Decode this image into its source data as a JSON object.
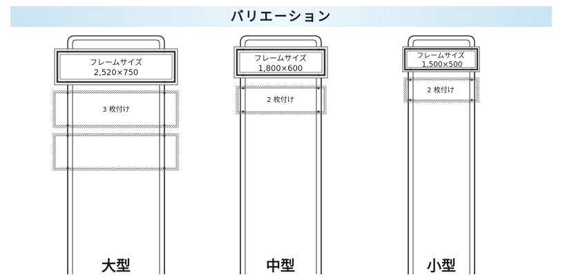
{
  "title": "バリエーション",
  "variants": {
    "large": {
      "name": "大型",
      "frame_label": "フレームサイズ",
      "frame_size": "2,520×750",
      "panel_label": "3 枚付け"
    },
    "medium": {
      "name": "中型",
      "frame_label": "フレームサイズ",
      "frame_size": "1,800×600",
      "panel_label": "2 枚付け"
    },
    "small": {
      "name": "小型",
      "frame_label": "フレームサイズ",
      "frame_size": "1,500×500",
      "panel_label": "2 枚付け"
    }
  },
  "colors": {
    "banner": "#c9e4f3",
    "line": "#333333",
    "frame": "#4a4a4a"
  }
}
